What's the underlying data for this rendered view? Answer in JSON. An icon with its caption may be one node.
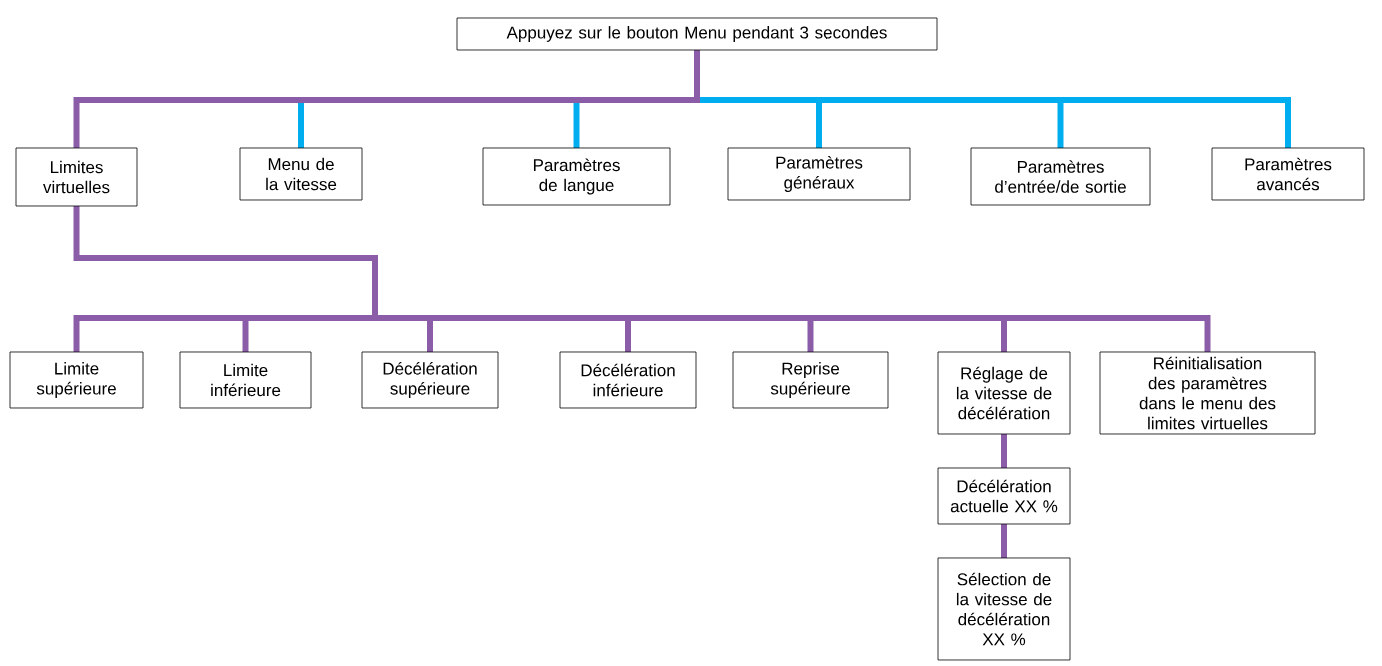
{
  "diagram": {
    "nodes": [
      {
        "text": [
          "Appuyez sur le bouton Menu pendant 3 secondes"
        ]
      },
      {
        "text": [
          "Limites virtuelles"
        ]
      },
      {
        "text": [
          "Menu de la vitesse"
        ]
      },
      {
        "text": [
          "Paramètres de langue"
        ]
      },
      {
        "text": [
          "Paramètres généraux"
        ]
      },
      {
        "text": [
          "Paramètres d’entrée/de sortie"
        ]
      },
      {
        "text": [
          "Paramètres avancés"
        ]
      },
      {
        "text": [
          "Limite supérieure"
        ]
      },
      {
        "text": [
          "Limite inférieure"
        ]
      },
      {
        "text": [
          "Décélération supérieure"
        ]
      },
      {
        "text": [
          "Décélération inférieure"
        ]
      },
      {
        "text": [
          "Reprise supérieure"
        ]
      },
      {
        "text": [
          "Réglage de la vitesse de décélération"
        ]
      },
      {
        "text": [
          "Réinitialisation des paramètres dans le menu des limites virtuelles"
        ]
      },
      {
        "text": [
          "Décélération actuelle XX %"
        ]
      },
      {
        "text": [
          "Sélection de la vitesse de décélération XX %"
        ]
      }
    ],
    "edges": [
      {
        "from": 0,
        "to": 1,
        "arrow": "none"
      },
      {
        "from": 0,
        "to": 2,
        "arrow": "none",
        "color": "#00aeef"
      },
      {
        "from": 0,
        "to": 3,
        "arrow": "none",
        "color": "#00aeef"
      },
      {
        "from": 0,
        "to": 4,
        "arrow": "none",
        "color": "#00aeef"
      },
      {
        "from": 0,
        "to": 5,
        "arrow": "none",
        "color": "#00aeef"
      },
      {
        "from": 0,
        "to": 6,
        "arrow": "none",
        "color": "#00aeef"
      },
      {
        "from": 1,
        "to": 7,
        "arrow": "none"
      },
      {
        "from": 1,
        "to": 8,
        "arrow": "none"
      },
      {
        "from": 1,
        "to": 9,
        "arrow": "none"
      },
      {
        "from": 1,
        "to": 10,
        "arrow": "none"
      },
      {
        "from": 1,
        "to": 11,
        "arrow": "none"
      },
      {
        "from": 1,
        "to": 12,
        "arrow": "none"
      },
      {
        "from": 1,
        "to": 13,
        "arrow": "none"
      },
      {
        "from": 12,
        "to": 14,
        "arrow": "none"
      },
      {
        "from": 14,
        "to": 15,
        "arrow": "none"
      }
    ]
  }
}
